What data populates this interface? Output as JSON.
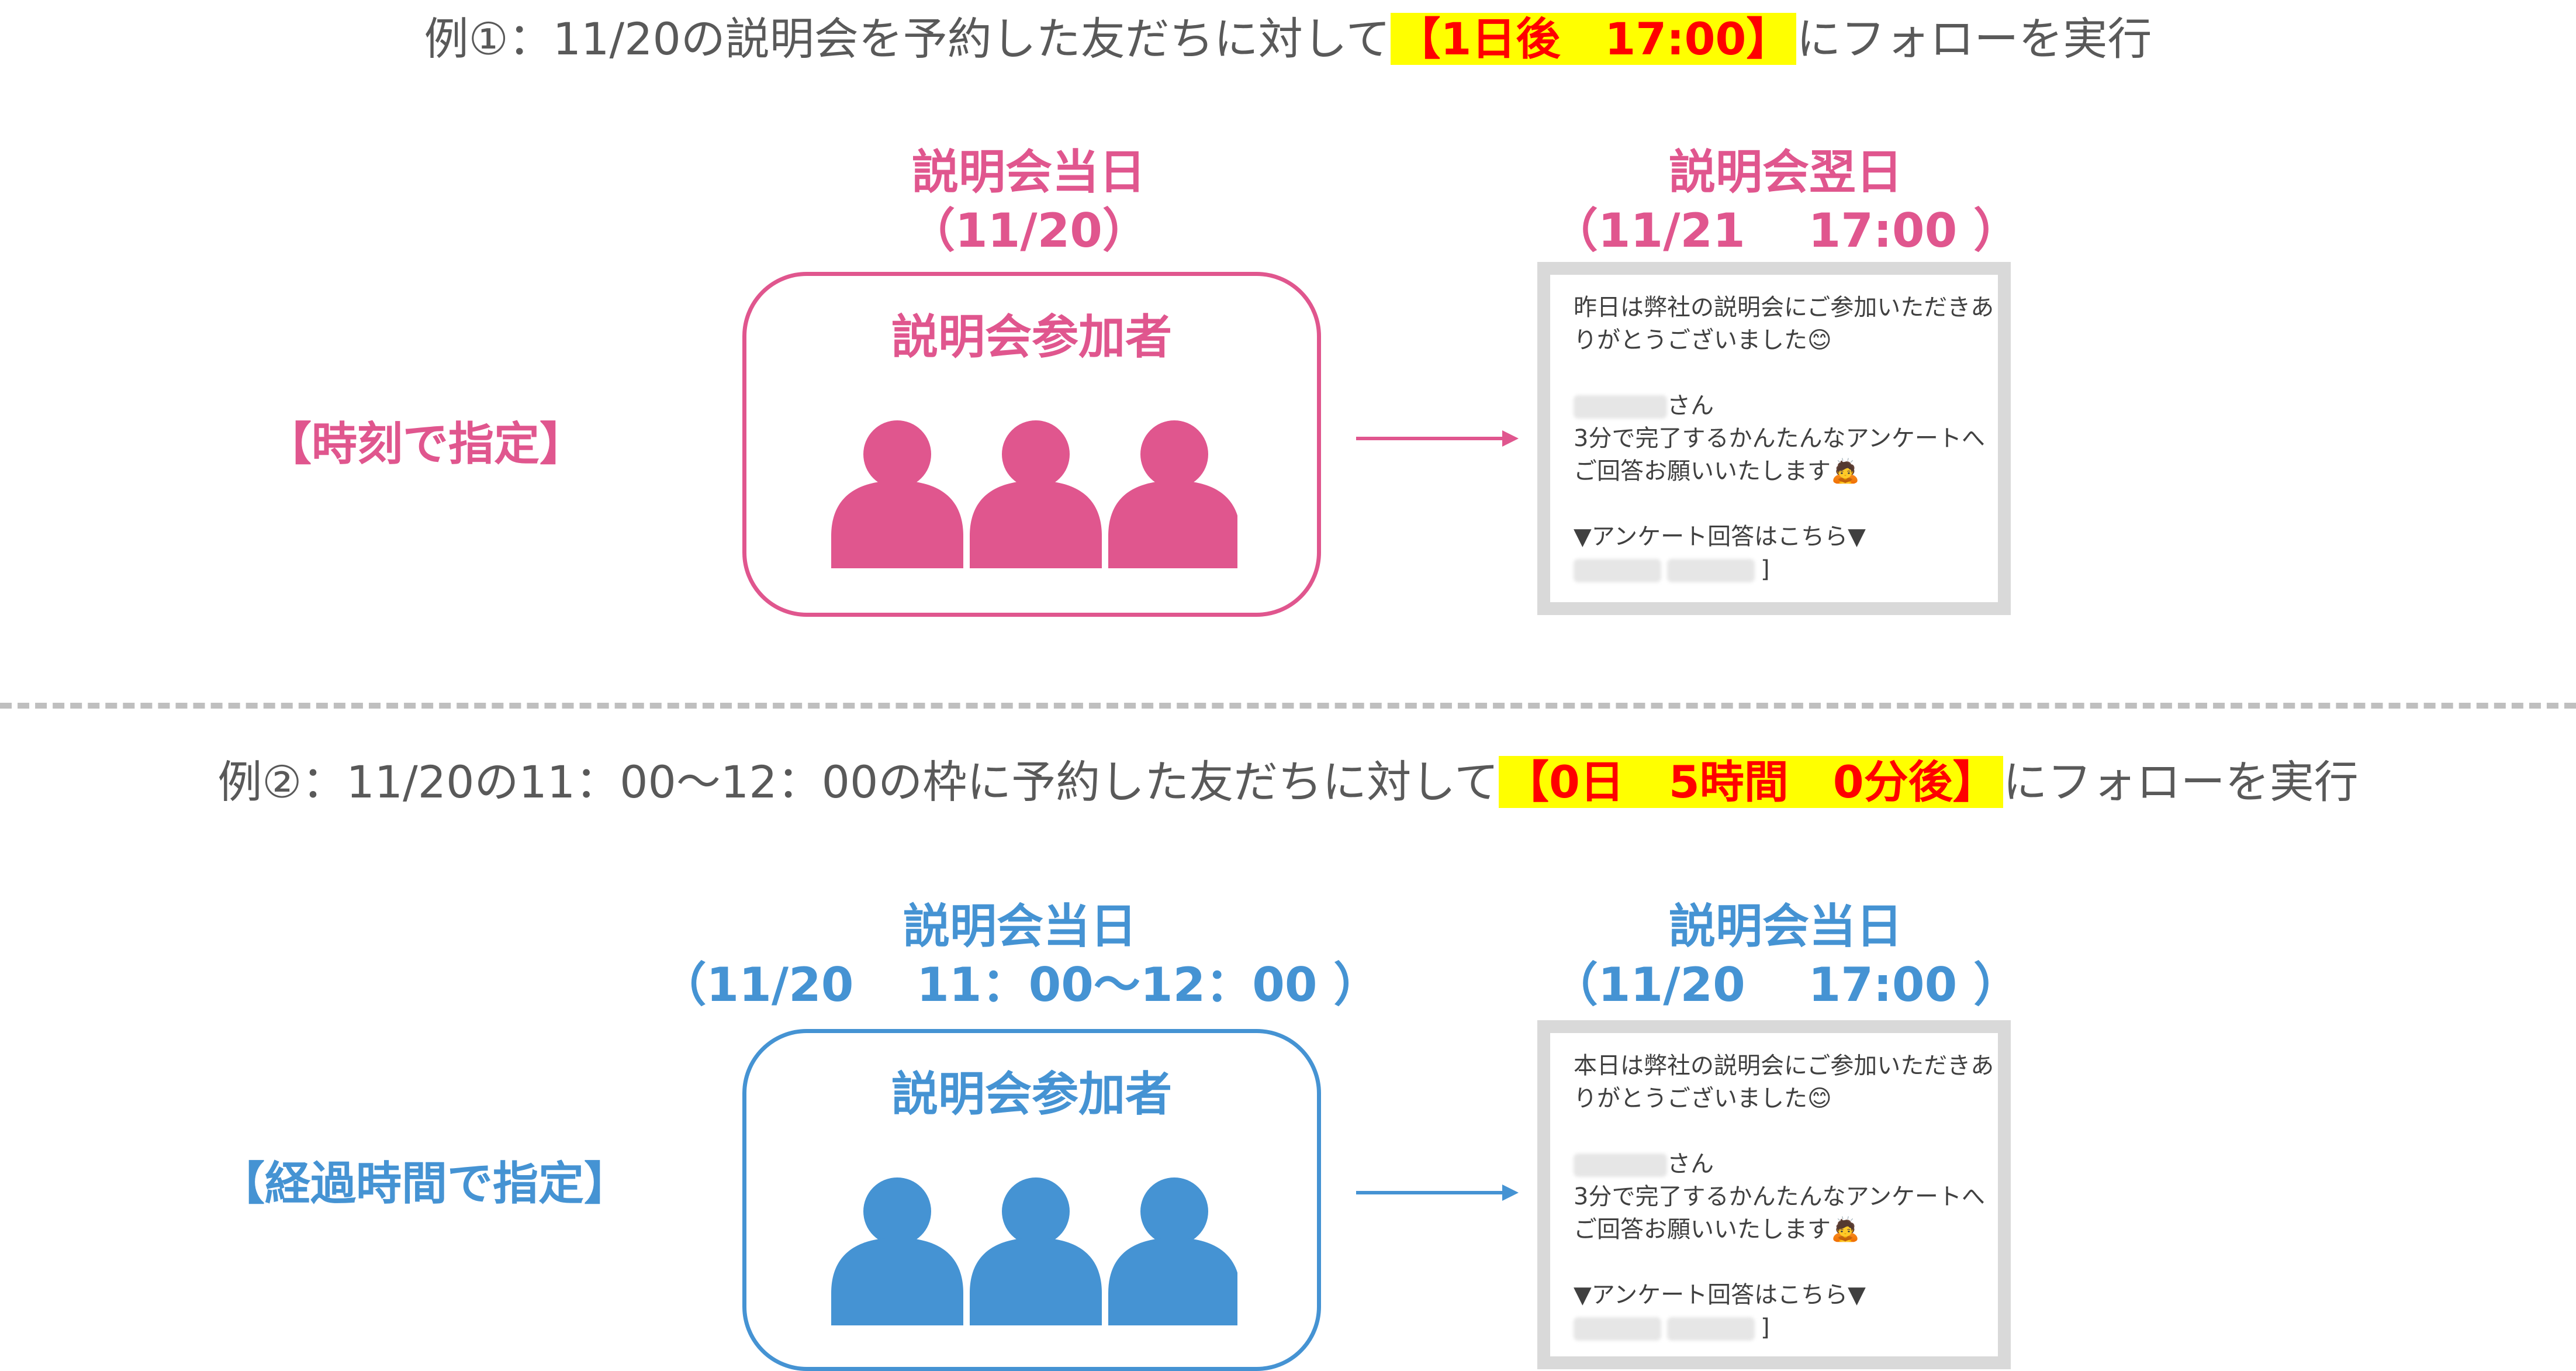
{
  "colors": {
    "example1": "#e0568e",
    "example2": "#4593d3",
    "highlight_bg": "#ffff00",
    "highlight_text": "#ff0000"
  },
  "example1": {
    "title_before": "例①：11/20の説明会を予約した友だちに対して",
    "title_highlight": "【1日後　17:00】",
    "title_after": "にフォローを実行",
    "left_heading": "説明会当日",
    "left_sub": "（11/20）",
    "right_heading": "説明会翌日",
    "right_sub": "（11/21　 17:00 ）",
    "method": "【時刻で指定】",
    "panel_label": "説明会参加者",
    "message": {
      "line1": "昨日は弊社の説明会にご参加いただきあ",
      "line2": "りがとうございました😊",
      "san": "さん",
      "line4": "3分で完了するかんたんなアンケートへ",
      "line5": "ご回答お願いいたします🙇",
      "line6": "▼アンケート回答はこちら▼",
      "bracket": "]"
    }
  },
  "example2": {
    "title_before": "例②：11/20の11：00〜12：00の枠に予約した友だちに対して",
    "title_highlight": "【0日　5時間　0分後】",
    "title_after": "にフォローを実行",
    "left_heading": "説明会当日",
    "left_sub": "（11/20　 11：00〜12：00 ）",
    "right_heading": "説明会当日",
    "right_sub": "（11/20　 17:00 ）",
    "method": "【経過時間で指定】",
    "panel_label": "説明会参加者",
    "message": {
      "line1": "本日は弊社の説明会にご参加いただきあ",
      "line2": "りがとうございました😊",
      "san": "さん",
      "line4": "3分で完了するかんたんなアンケートへ",
      "line5": "ご回答お願いいたします🙇",
      "line6": "▼アンケート回答はこちら▼",
      "bracket": "]"
    }
  }
}
